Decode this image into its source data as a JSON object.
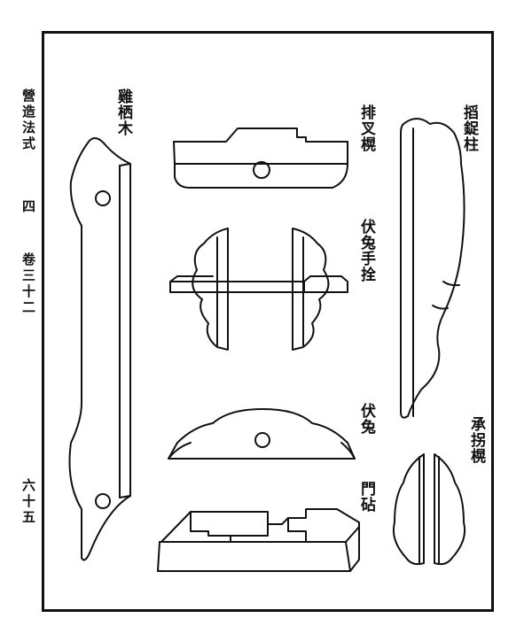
{
  "margin": {
    "book_title": "營造法式",
    "volume": "四",
    "chapter": "卷三十二",
    "page_number": "六十五"
  },
  "captions": {
    "ji_qi_mu": "雞栖木",
    "pai_cha_fang": "排叉榥",
    "tou_lu_zhu": "搯鋜柱",
    "fu_tu_shou_shuan": "伏兔手拴",
    "fu_tu": "伏兔",
    "cheng_zhuo_fang": "承拐榥",
    "men_dian": "門砧"
  }
}
